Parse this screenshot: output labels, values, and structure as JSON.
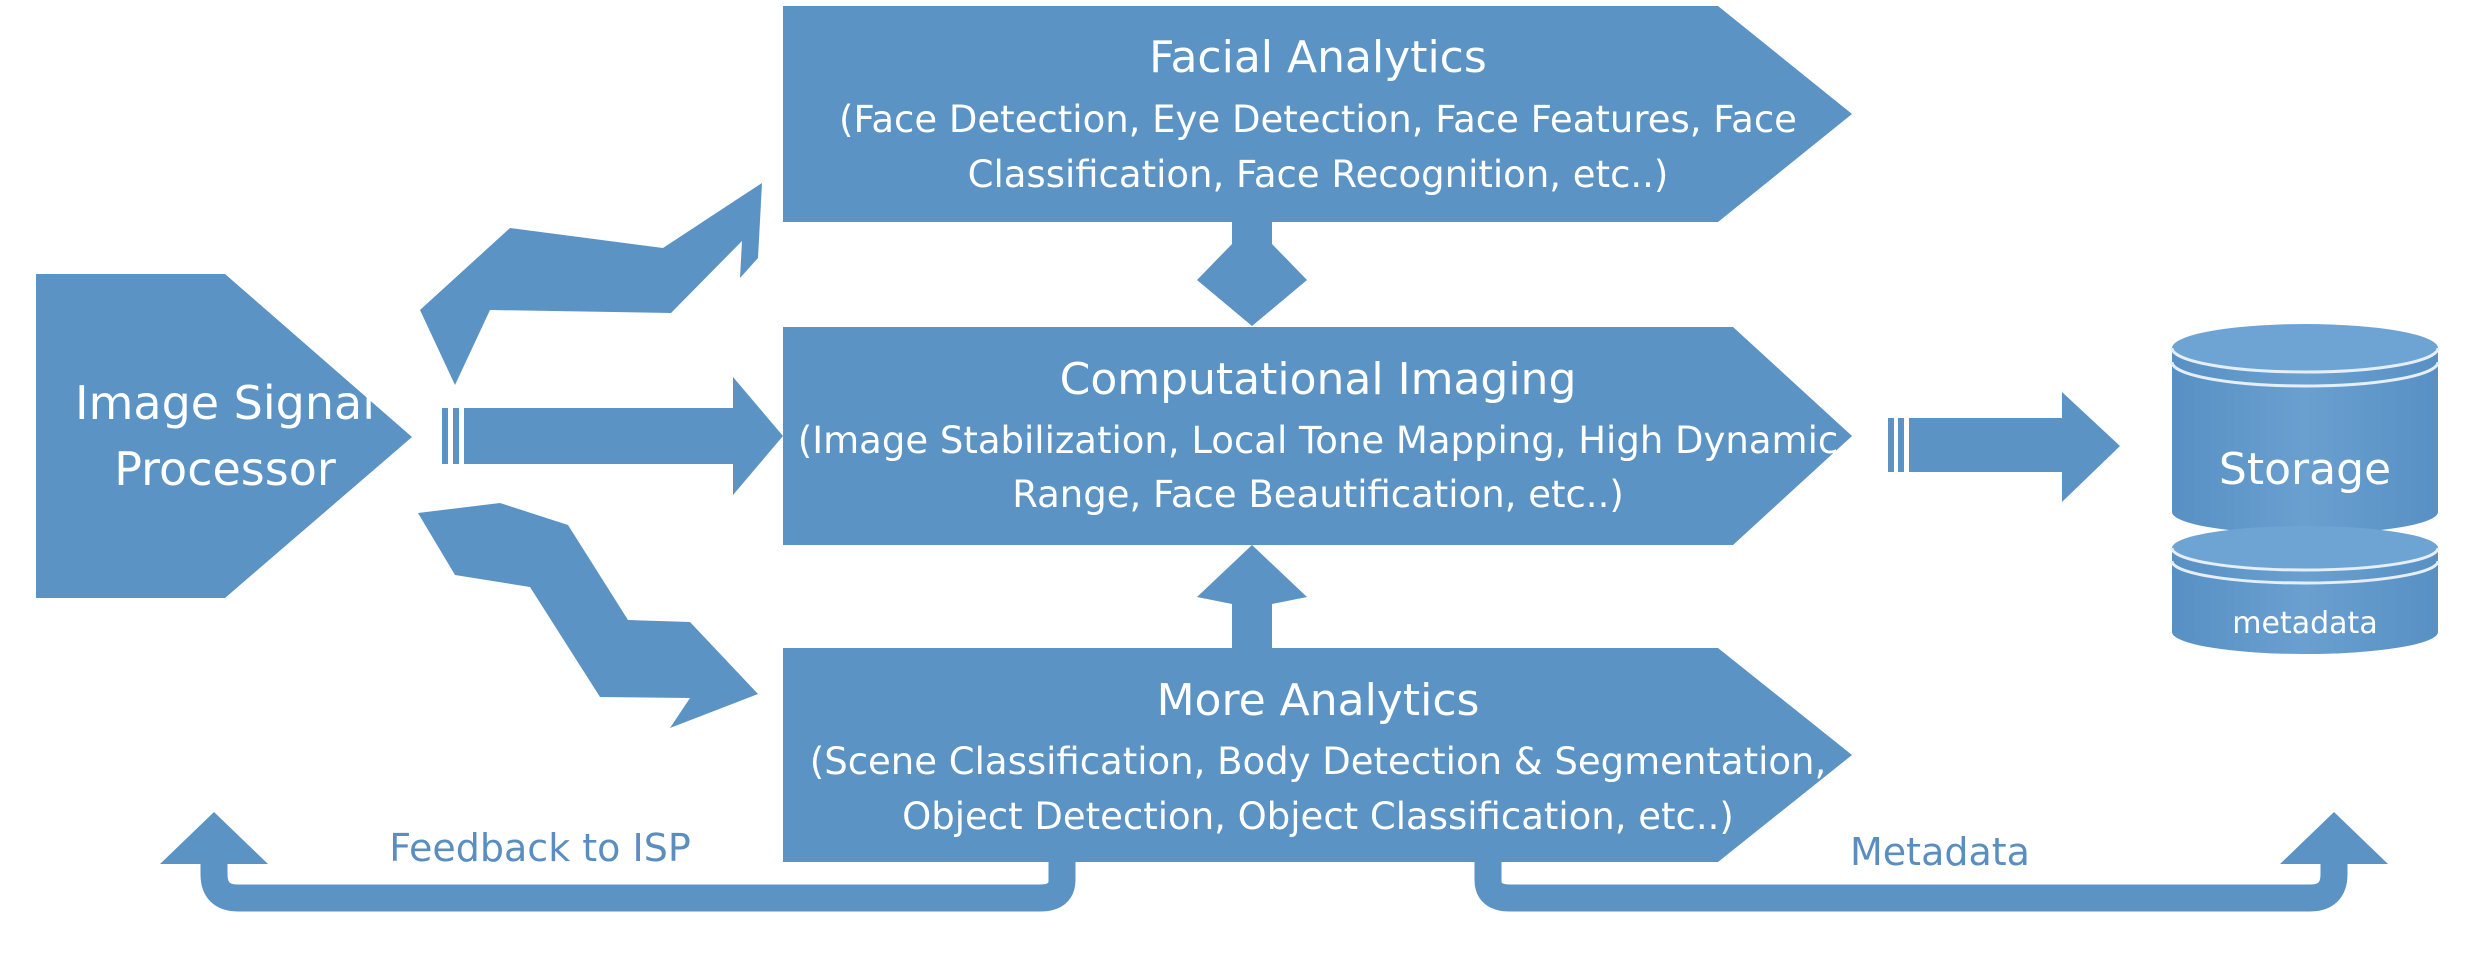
{
  "colors": {
    "fill": "#5b93c5",
    "fill_dark": "#4f86b9",
    "label_blue": "#5b8ec0",
    "text": "#ffffff"
  },
  "isp": {
    "label": "Image Signal Processor"
  },
  "facial": {
    "title": "Facial Analytics",
    "detail_line1": "(Face Detection, Eye Detection, Face Features, Face",
    "detail_line2": "Classification, Face Recognition, etc..)"
  },
  "computational": {
    "title": "Computational Imaging",
    "detail_line1": "(Image Stabilization, Local Tone Mapping, High Dynamic",
    "detail_line2": "Range, Face Beautification,  etc..)"
  },
  "more": {
    "title": "More Analytics",
    "detail_line1": "(Scene Classification, Body Detection & Segmentation,",
    "detail_line2": "Object Detection, Object Classification, etc..)"
  },
  "storage": {
    "label": "Storage",
    "metadata_label": "metadata"
  },
  "feedback": {
    "label": "Feedback to ISP"
  },
  "metadata_flow": {
    "label": "Metadata"
  }
}
